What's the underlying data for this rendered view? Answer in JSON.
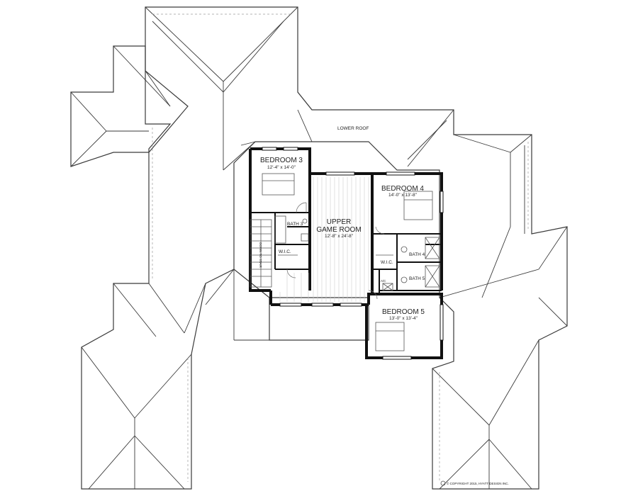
{
  "labels": {
    "lower_roof": "LOWER ROOF",
    "bedroom3": {
      "name": "BEDROOM 3",
      "dim": "12'-4\" x 14'-0\""
    },
    "bedroom4": {
      "name": "BEDROOM 4",
      "dim": "14'-0\" x 13'-8\""
    },
    "bedroom5": {
      "name": "BEDROOM 5",
      "dim": "13'-0\" x 13'-4\""
    },
    "game_room": {
      "name_line1": "UPPER",
      "name_line2": "GAME ROOM",
      "dim": "12'-8\" x 24'-8\""
    },
    "bath3": "BATH 3",
    "bath4": "BATH 4",
    "bath5": "BATH 5",
    "wic1": "W.I.C.",
    "wic2": "W.I.C.",
    "ahu": "A/C",
    "stairs": "DOWN TO STAIR",
    "copyright": "© COPYRIGHT 2015, HYATT DESIGN INC."
  }
}
